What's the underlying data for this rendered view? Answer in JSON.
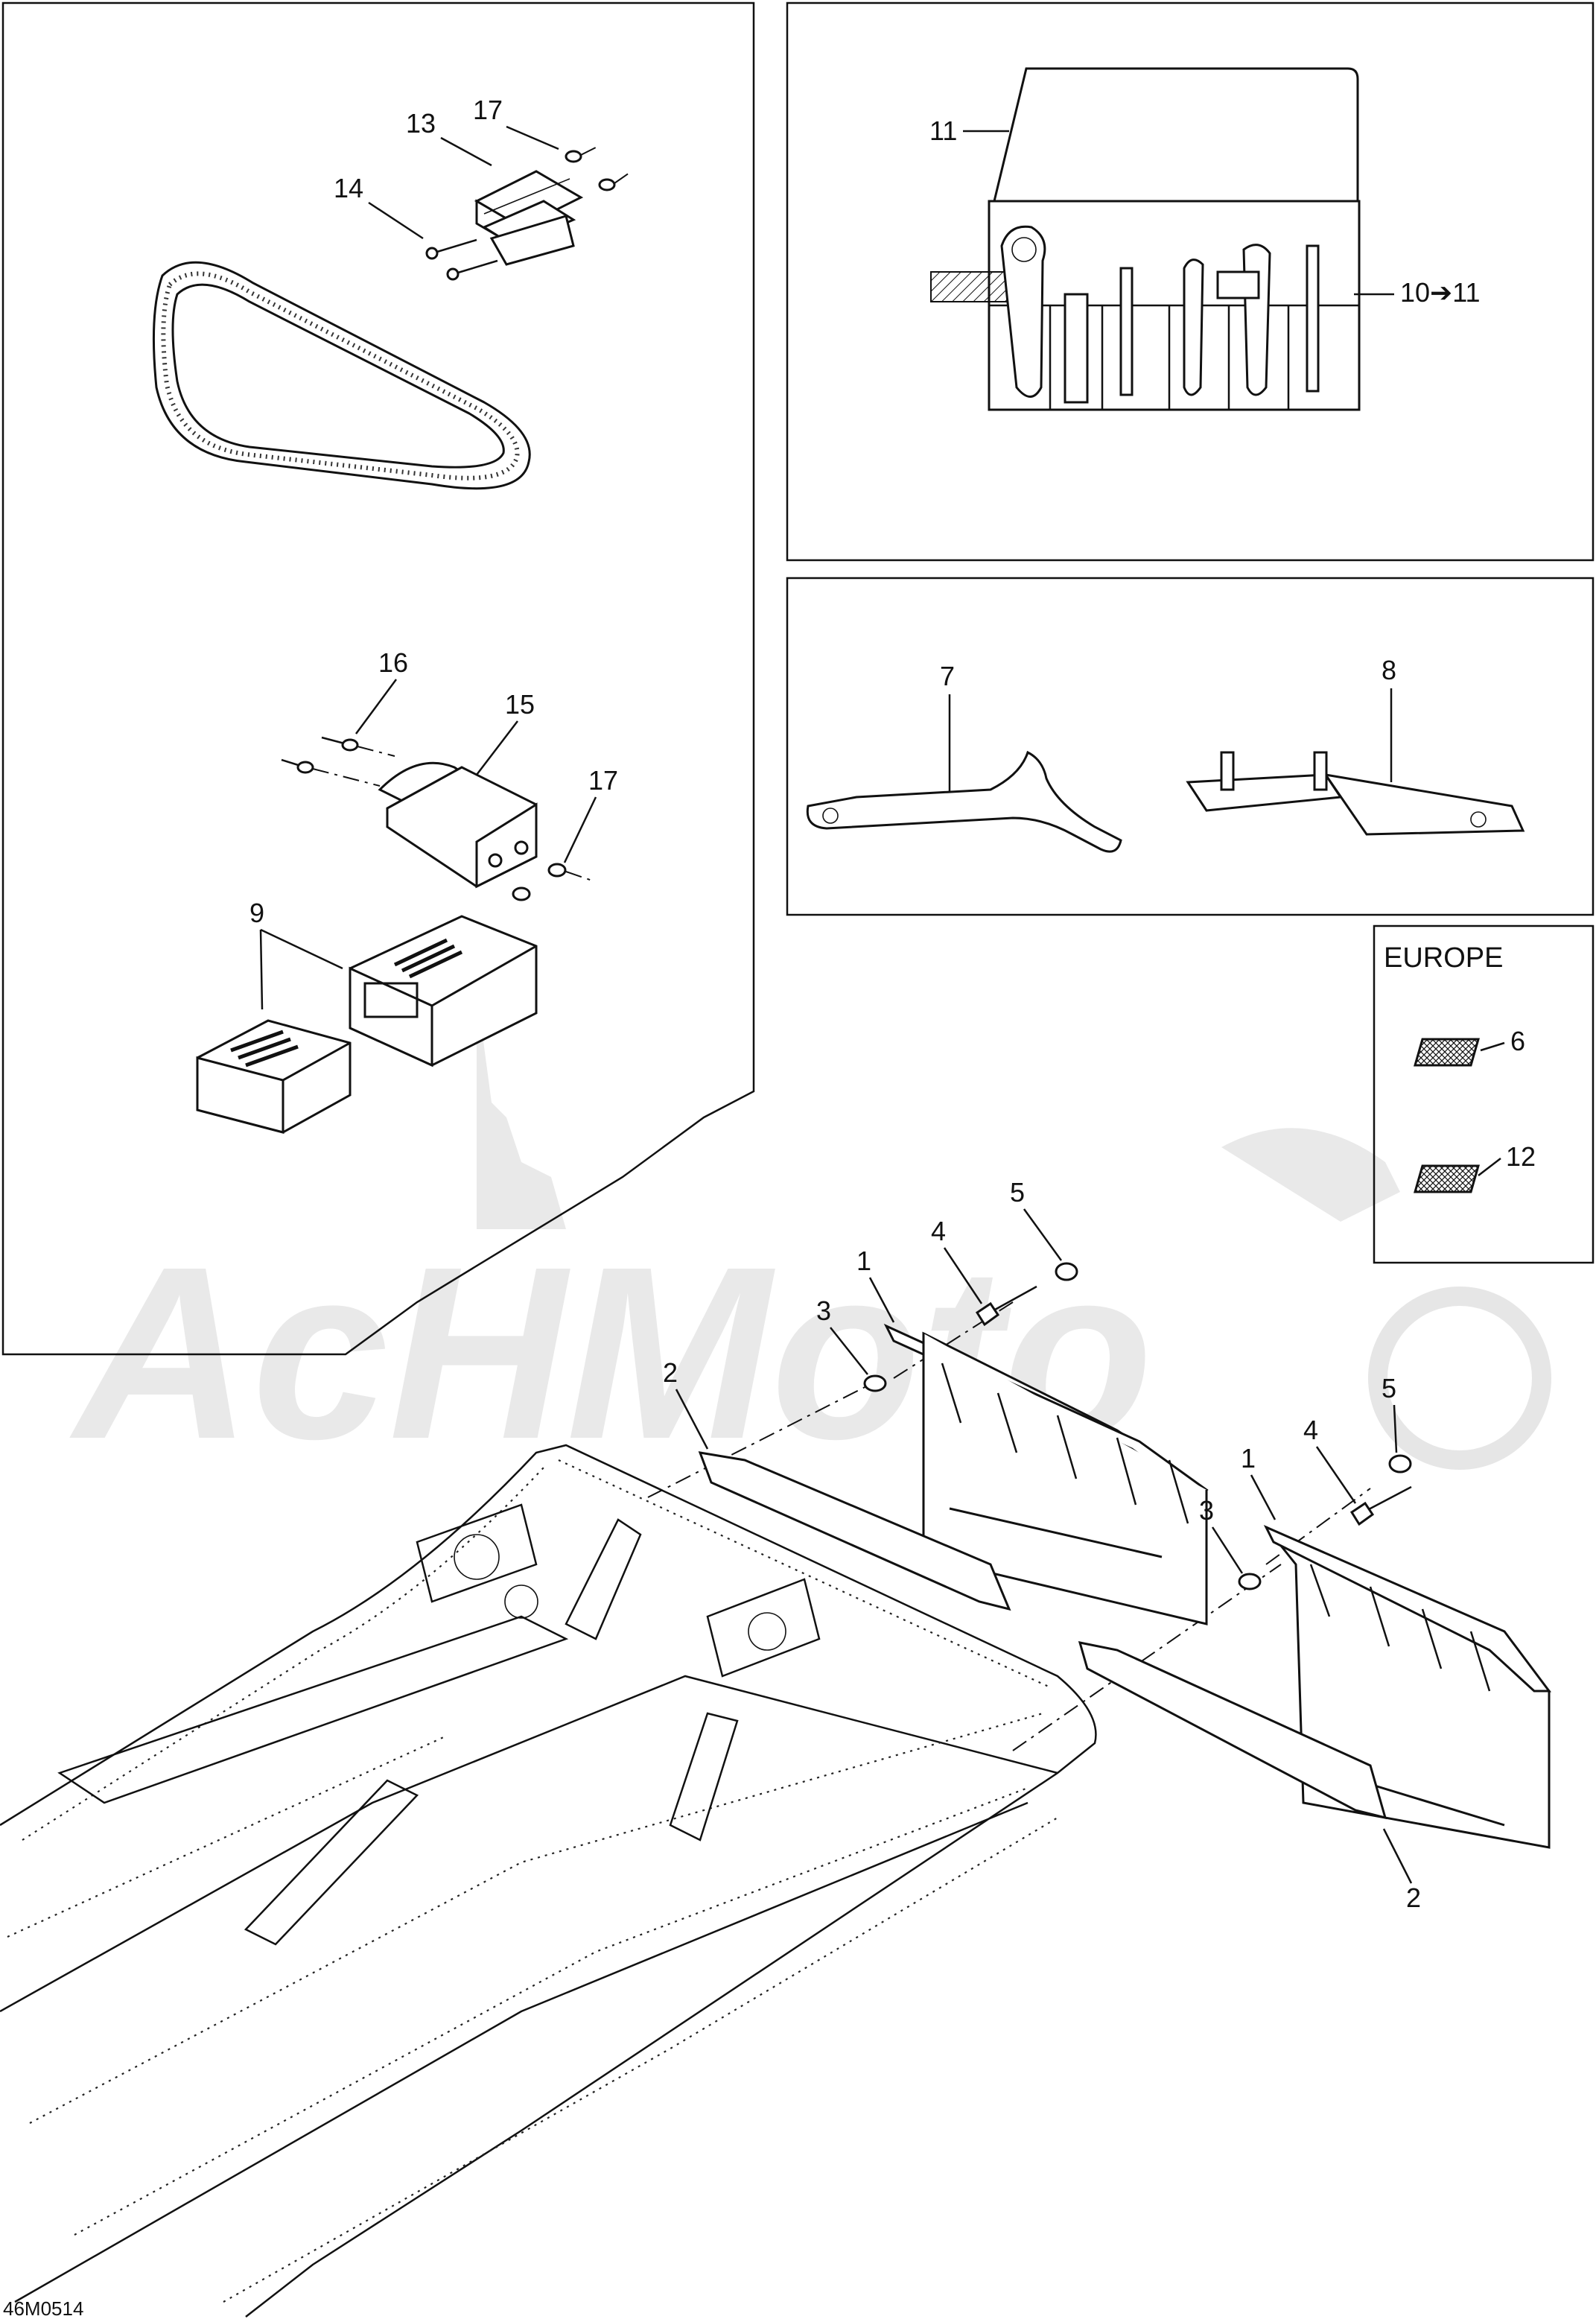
{
  "diagram": {
    "figure_code": "46M0514",
    "watermark_text": "AcHMoto",
    "europe_box_title": "EUROPE",
    "callouts": {
      "c1a": "1",
      "c1b": "1",
      "c2a": "2",
      "c2b": "2",
      "c3a": "3",
      "c3b": "3",
      "c4a": "4",
      "c4b": "4",
      "c5a": "5",
      "c5b": "5",
      "c6": "6",
      "c7": "7",
      "c8": "8",
      "c9": "9",
      "c10_11": "10➔11",
      "c11": "11",
      "c12": "12",
      "c13": "13",
      "c14": "14",
      "c15": "15",
      "c16": "16",
      "c17a": "17",
      "c17b": "17"
    }
  }
}
